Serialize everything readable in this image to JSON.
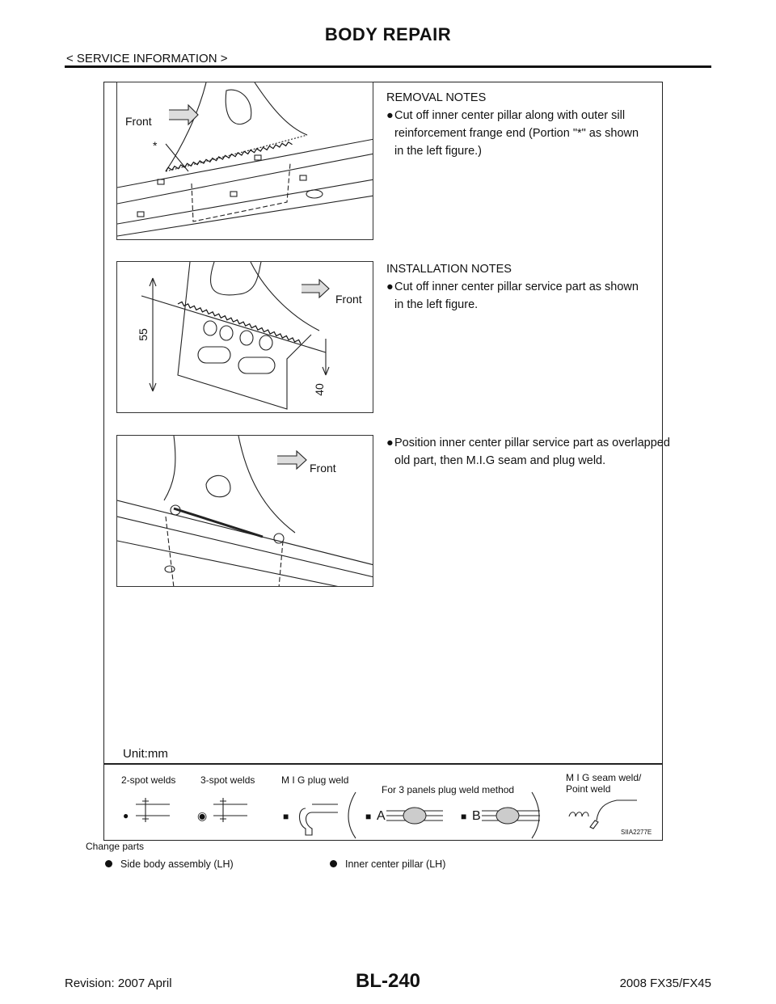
{
  "header": {
    "title": "BODY REPAIR",
    "subtitle": "< SERVICE INFORMATION >"
  },
  "panels": [
    {
      "heading": "REMOVAL NOTES",
      "bullet": "Cut off inner center pillar along with outer sill",
      "continuation": [
        "reinforcement frange end (Portion \"*\" as shown",
        "in the left figure.)"
      ],
      "labels": {
        "front": "Front",
        "marker": "*"
      }
    },
    {
      "heading": "INSTALLATION NOTES",
      "bullet": "Cut off inner  center pillar service part as shown",
      "continuation": [
        "in the left figure."
      ],
      "labels": {
        "front": "Front",
        "dim_a": "55",
        "dim_b": "40"
      }
    },
    {
      "heading": "",
      "bullet": "Position inner center pillar service part as overlapped",
      "continuation": [
        "old part, then M.I.G seam and plug weld."
      ],
      "labels": {
        "front": "Front"
      }
    }
  ],
  "bullet_glyph": "●",
  "unit": "Unit:mm",
  "legend": {
    "two_spot": "2-spot welds",
    "three_spot": "3-spot welds",
    "mig_plug": "M I G plug weld",
    "three_panels": "For 3 panels plug weld method",
    "mig_seam": "M I G seam weld/",
    "point_weld": "Point weld",
    "a": "A",
    "b": "B",
    "square": "■",
    "dot": "●",
    "ring_dot": "◉"
  },
  "figure_code": "SIIA2277E",
  "change_parts": {
    "label": "Change parts",
    "items": [
      "Side body assembly (LH)",
      "Inner center pillar (LH)"
    ]
  },
  "footer": {
    "revision": "Revision: 2007 April",
    "page": "BL-240",
    "model": "2008 FX35/FX45"
  }
}
